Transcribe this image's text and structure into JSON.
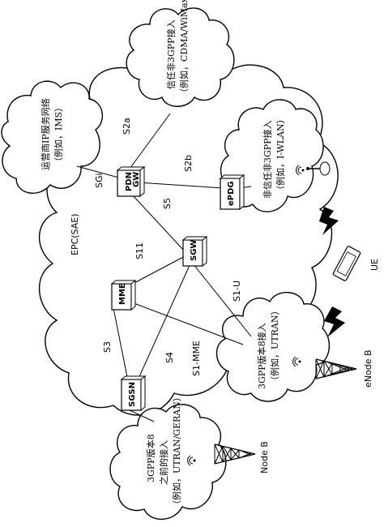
{
  "epc_label": "EPC(SAE)",
  "nodes": {
    "pdn_gw": {
      "line1": "PDN",
      "line2": "GW"
    },
    "sgw": "SGW",
    "mme": "MME",
    "sgsn": "SGSN",
    "epdg": "ePDG"
  },
  "interfaces": {
    "sgi": "SGi",
    "s2a": "S2a",
    "s2b": "S2b",
    "s5": "S5",
    "s11": "S11",
    "s1u": "S1-U",
    "s1mme": "S1-MME",
    "s3": "S3",
    "s4": "S4"
  },
  "clouds": {
    "operator_ip": {
      "line1": "运营商IP服务网络",
      "line2": "（例如，IMS）"
    },
    "trusted_non3gpp": {
      "line1": "信任非3GPP接入",
      "line2": "（例如，CDMA/WiMax）"
    },
    "untrusted_non3gpp": {
      "line1": "非信任非3GPP接入",
      "line2": "（例如，I-WLAN）"
    },
    "rel8": {
      "line1": "3GPP版本8接入",
      "line2": "（例如，UTRAN）"
    },
    "pre_rel8": {
      "line1": "3GPP版本8",
      "line2": "之前的接入",
      "line3": "（例如，UTRAN/GERAN）"
    }
  },
  "ue_label": "UE",
  "enodeb_label": "eNode B",
  "nodeb_label": "Node B"
}
